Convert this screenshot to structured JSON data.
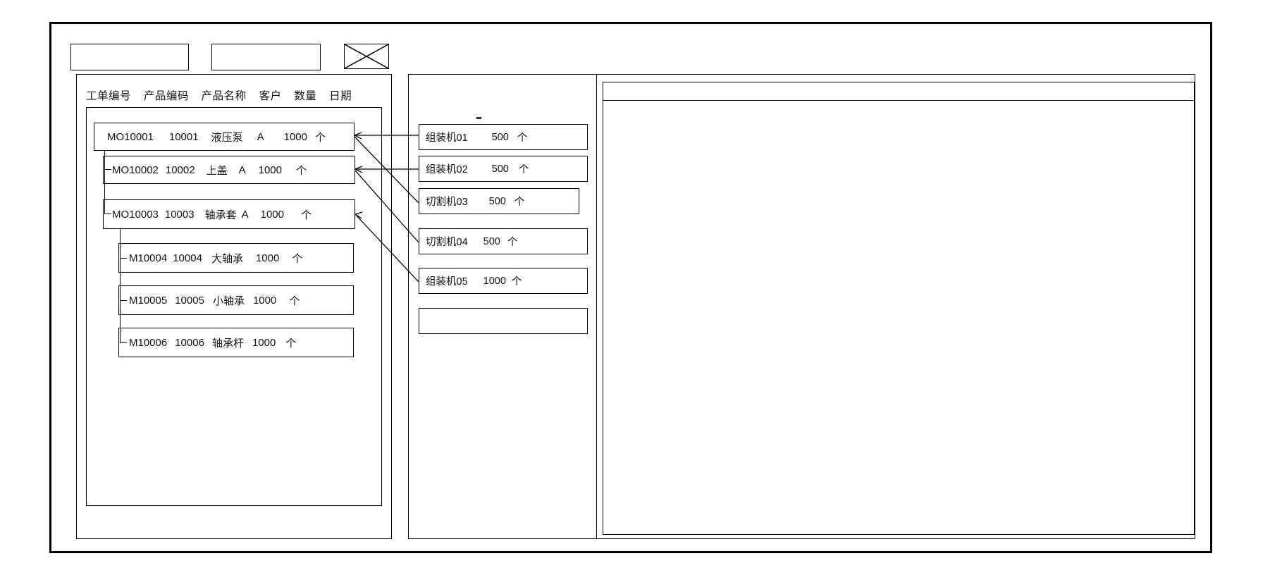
{
  "window": {
    "title_bar_visible": false
  },
  "toolbar": {
    "boxes": [
      {
        "name": "toolbar-field-1",
        "label": ""
      },
      {
        "name": "toolbar-field-2",
        "label": ""
      },
      {
        "name": "toolbar-placeholder-x",
        "label": ""
      }
    ]
  },
  "left_panel": {
    "columns": [
      "工单编号",
      "产品编码",
      "产品名称",
      "客户",
      "数量",
      "日期"
    ],
    "rows": [
      {
        "order_no": "MO10001",
        "product_code": "10001",
        "product_name": "液压泵",
        "customer": "A",
        "qty": "1000",
        "unit": "个",
        "level": 0
      },
      {
        "order_no": "MO10002",
        "product_code": "10002",
        "product_name": "上盖",
        "customer": "A",
        "qty": "1000",
        "unit": "个",
        "level": 1
      },
      {
        "order_no": "MO10003",
        "product_code": "10003",
        "product_name": "轴承套",
        "customer": "A",
        "qty": "1000",
        "unit": "个",
        "level": 1
      },
      {
        "order_no": "M10004",
        "product_code": "10004",
        "product_name": "大轴承",
        "customer": "",
        "qty": "1000",
        "unit": "个",
        "level": 2
      },
      {
        "order_no": "M10005",
        "product_code": "10005",
        "product_name": "小轴承",
        "customer": "",
        "qty": "1000",
        "unit": "个",
        "level": 2
      },
      {
        "order_no": "M10006",
        "product_code": "10006",
        "product_name": "轴承杆",
        "customer": "",
        "qty": "1000",
        "unit": "个",
        "level": 2
      }
    ]
  },
  "middle_panel": {
    "machines": [
      {
        "name": "组装机01",
        "qty": "500",
        "unit": "个"
      },
      {
        "name": "组装机02",
        "qty": "500",
        "unit": "个"
      },
      {
        "name": "切割机03",
        "qty": "500",
        "unit": "个"
      },
      {
        "name": "切割机04",
        "qty": "500",
        "unit": "个"
      },
      {
        "name": "组装机05",
        "qty": "1000",
        "unit": "个"
      },
      {
        "name": "",
        "qty": "",
        "unit": ""
      }
    ]
  },
  "right_panel": {
    "header_text": "",
    "body_text": ""
  },
  "colors": {
    "line": "#000000",
    "text": "#111111",
    "background": "#ffffff"
  }
}
